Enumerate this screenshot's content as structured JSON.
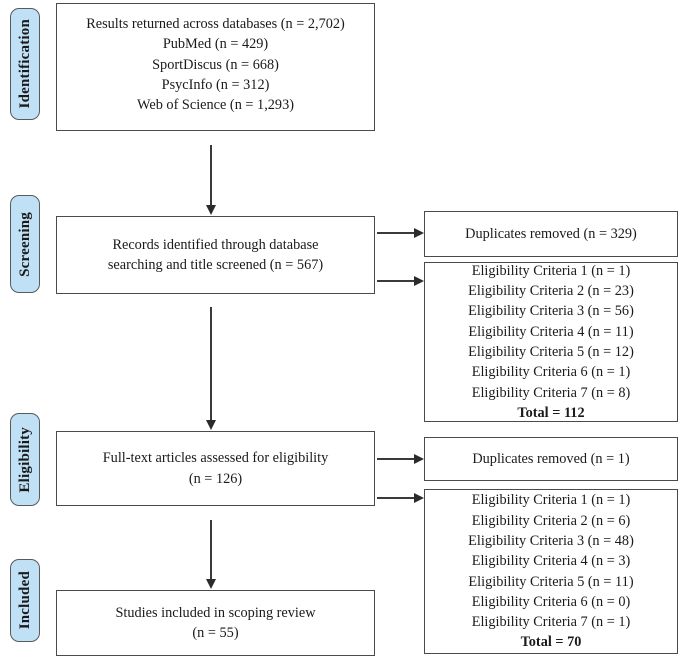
{
  "diagram": {
    "title": "PRISMA scoping review flow diagram",
    "accent_color": "#bfe0f5",
    "border_color": "#4a4a4a"
  },
  "stages": [
    {
      "label": "Identification"
    },
    {
      "label": "Screening"
    },
    {
      "label": "Eligibility"
    },
    {
      "label": "Included"
    }
  ],
  "boxes": {
    "identification": {
      "text": "Results returned across databases (n = 2,702)\nPubMed (n = 429)\nSportDiscus (n = 668)\nPsycInfo (n = 312)\nWeb of Science (n = 1,293)"
    },
    "records_screened": {
      "text": "Records identified through database\nsearching and title screened (n = 567)"
    },
    "full_text": {
      "text": "Full-text articles assessed for eligibility\n(n = 126)"
    },
    "included": {
      "text": "Studies included in scoping review\n(n = 55)"
    },
    "duplicates_screening": {
      "text": "Duplicates removed (n = 329)"
    },
    "duplicates_eligibility": {
      "text": "Duplicates removed (n = 1)"
    }
  },
  "exclusions_screening": {
    "lines": [
      "Eligibility Criteria 1 (n = 1)",
      "Eligibility Criteria 2 (n = 23)",
      "Eligibility Criteria 3 (n = 56)",
      "Eligibility Criteria 4 (n = 11)",
      "Eligibility Criteria 5 (n = 12)",
      "Eligibility Criteria 6 (n = 1)",
      "Eligibility Criteria 7 (n = 8)"
    ],
    "total": "Total = 112"
  },
  "exclusions_eligibility": {
    "lines": [
      "Eligibility Criteria 1 (n = 1)",
      "Eligibility Criteria 2 (n = 6)",
      "Eligibility Criteria 3 (n = 48)",
      "Eligibility Criteria 4 (n = 3)",
      "Eligibility Criteria 5 (n = 11)",
      "Eligibility Criteria 6 (n = 0)",
      "Eligibility Criteria 7 (n = 1)"
    ],
    "total": "Total = 70"
  },
  "chart_data": {
    "type": "flowchart",
    "title": "PRISMA scoping review flow diagram",
    "stages": [
      "Identification",
      "Screening",
      "Eligibility",
      "Included"
    ],
    "nodes": [
      {
        "id": "identification",
        "stage": "Identification",
        "label": "Results returned across databases",
        "n": 2702,
        "sources": [
          {
            "name": "PubMed",
            "n": 429
          },
          {
            "name": "SportDiscus",
            "n": 668
          },
          {
            "name": "PsycInfo",
            "n": 312
          },
          {
            "name": "Web of Science",
            "n": 1293
          }
        ]
      },
      {
        "id": "records_screened",
        "stage": "Screening",
        "label": "Records identified through database searching and title screened",
        "n": 567
      },
      {
        "id": "duplicates_screening",
        "stage": "Screening",
        "label": "Duplicates removed",
        "n": 329
      },
      {
        "id": "exclusions_screening",
        "stage": "Screening",
        "label": "Eligibility criteria exclusions",
        "n": 112,
        "criteria": [
          1,
          23,
          56,
          11,
          12,
          1,
          8
        ]
      },
      {
        "id": "full_text",
        "stage": "Eligibility",
        "label": "Full-text articles assessed for eligibility",
        "n": 126
      },
      {
        "id": "duplicates_eligibility",
        "stage": "Eligibility",
        "label": "Duplicates removed",
        "n": 1
      },
      {
        "id": "exclusions_eligibility",
        "stage": "Eligibility",
        "label": "Eligibility criteria exclusions",
        "n": 70,
        "criteria": [
          1,
          6,
          48,
          3,
          11,
          0,
          1
        ]
      },
      {
        "id": "included",
        "stage": "Included",
        "label": "Studies included in scoping review",
        "n": 55
      }
    ],
    "edges": [
      {
        "from": "identification",
        "to": "records_screened",
        "direction": "down"
      },
      {
        "from": "records_screened",
        "to": "duplicates_screening",
        "direction": "right"
      },
      {
        "from": "records_screened",
        "to": "exclusions_screening",
        "direction": "right"
      },
      {
        "from": "records_screened",
        "to": "full_text",
        "direction": "down"
      },
      {
        "from": "full_text",
        "to": "duplicates_eligibility",
        "direction": "right"
      },
      {
        "from": "full_text",
        "to": "exclusions_eligibility",
        "direction": "right"
      },
      {
        "from": "full_text",
        "to": "included",
        "direction": "down"
      }
    ]
  }
}
